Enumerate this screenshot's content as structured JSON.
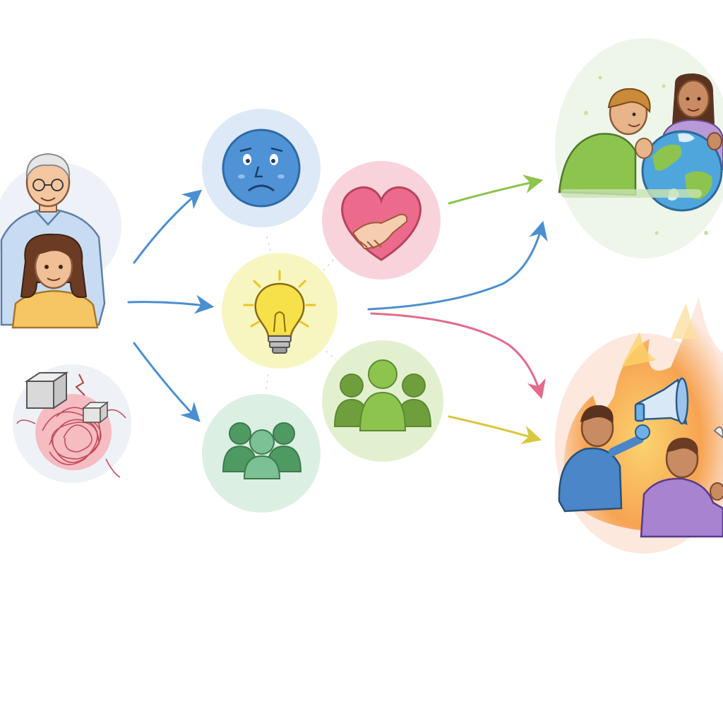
{
  "colors": {
    "background": "#ffffff",
    "sad_bg": "#dde9f6",
    "sad_face": "#4f92d6",
    "heart_bg": "#f9d3dc",
    "heart": "#ec6b8c",
    "idea_bg": "#f8f6c0",
    "bulb": "#f7e14a",
    "group_bg": "#e3f0d0",
    "group_people": "#80b04a",
    "community_bg": "#dcefe3",
    "community_people": "#4f9a63",
    "arrow_blue": "#4a8fd0",
    "arrow_green": "#8dc44e",
    "arrow_pink": "#e56a8d",
    "arrow_yellow": "#d9c83e",
    "positive_bg": "#eef6ea",
    "conflict_bg": "#fde8dd",
    "fire": "#f6a04a",
    "tangle": "#e07080"
  },
  "nodes": [
    {
      "id": "source-family",
      "icon": "family-icon"
    },
    {
      "id": "source-tangle",
      "icon": "tangle-icon"
    },
    {
      "id": "sad-face",
      "icon": "sad-face-icon"
    },
    {
      "id": "heart-handshake",
      "icon": "heart-handshake-icon"
    },
    {
      "id": "lightbulb",
      "icon": "lightbulb-icon"
    },
    {
      "id": "group",
      "icon": "group-people-icon"
    },
    {
      "id": "community",
      "icon": "community-people-icon"
    },
    {
      "id": "outcome-positive",
      "icon": "people-globe-icon"
    },
    {
      "id": "outcome-conflict",
      "icon": "protest-fire-icon"
    }
  ]
}
